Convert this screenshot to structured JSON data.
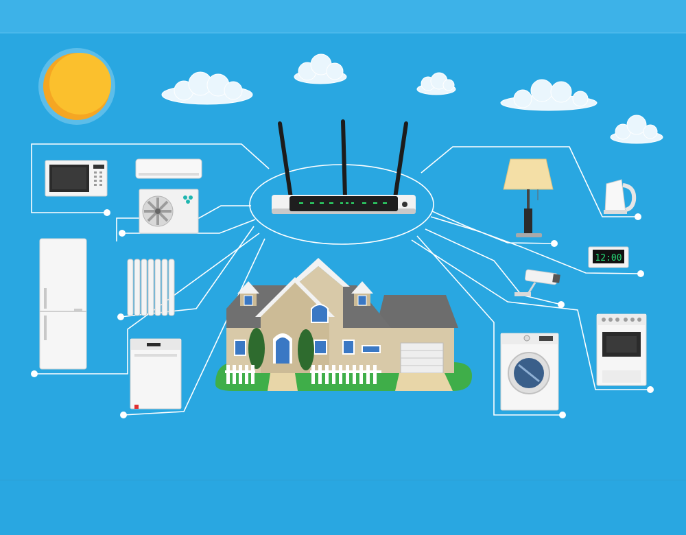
{
  "colors": {
    "background": "#29a7e1",
    "top_band": "#3db2e8",
    "line": "#ffffff",
    "sun": "#fbc02d",
    "sun_halo": "#5cbde9",
    "clock_digits": "#27e07a",
    "lawn": "#3fae49"
  },
  "hub": {
    "device": "router",
    "antennas": 3
  },
  "devices_left": [
    "microwave",
    "air-conditioner",
    "refrigerator",
    "radiator",
    "dishwasher"
  ],
  "devices_right": [
    "floor-lamp",
    "electric-kettle",
    "digital-clock",
    "security-camera",
    "washing-machine",
    "gas-stove"
  ],
  "center": {
    "label": "house"
  },
  "clock": {
    "display": "12:00"
  }
}
